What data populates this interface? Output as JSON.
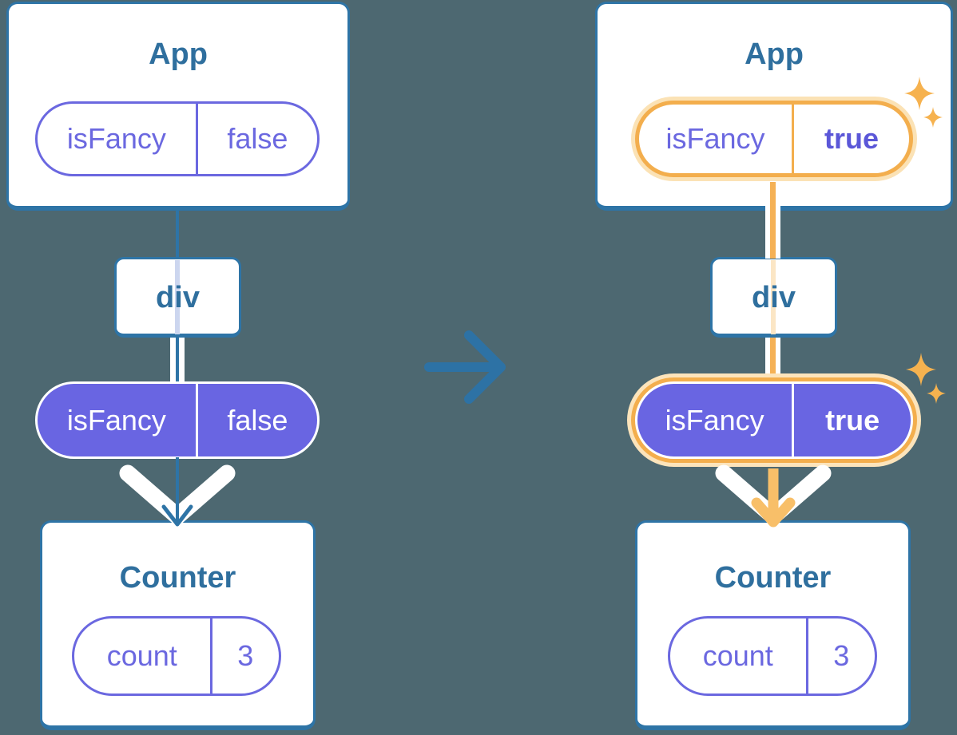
{
  "colors": {
    "background": "#4d6871",
    "card_fill": "#ffffff",
    "card_border_blue": "#2e74a6",
    "title_text_blue": "#2f6f9e",
    "purple_text": "#6b68e0",
    "purple_fill": "#6965e2",
    "bold_true_purple": "#5b57d8",
    "highlight_orange_ring": "#f3ae4d",
    "highlight_orange_halo": "#fbe2b5",
    "orange_connector": "#f5b155",
    "orange_arrow": "#f8bf69",
    "lavender_inner_line": "#ccd6ef",
    "pale_orange_inner_line": "#fbe6c5",
    "transition_arrow_blue": "#2d72a5"
  },
  "icons": {
    "transition_arrow": "right-arrow",
    "sparkle": "four-point-star",
    "white_chevron": "thick-down-chevron",
    "arrowhead": "down-arrowhead"
  },
  "left_tree": {
    "app": {
      "title": "App",
      "prop": {
        "name": "isFancy",
        "value": "false"
      }
    },
    "div": {
      "label": "div"
    },
    "passed_prop": {
      "name": "isFancy",
      "value": "false"
    },
    "counter": {
      "title": "Counter",
      "state": {
        "name": "count",
        "value": "3"
      }
    }
  },
  "right_tree": {
    "app": {
      "title": "App",
      "prop": {
        "name": "isFancy",
        "value": "true"
      }
    },
    "div": {
      "label": "div"
    },
    "passed_prop": {
      "name": "isFancy",
      "value": "true"
    },
    "counter": {
      "title": "Counter",
      "state": {
        "name": "count",
        "value": "3"
      }
    }
  }
}
